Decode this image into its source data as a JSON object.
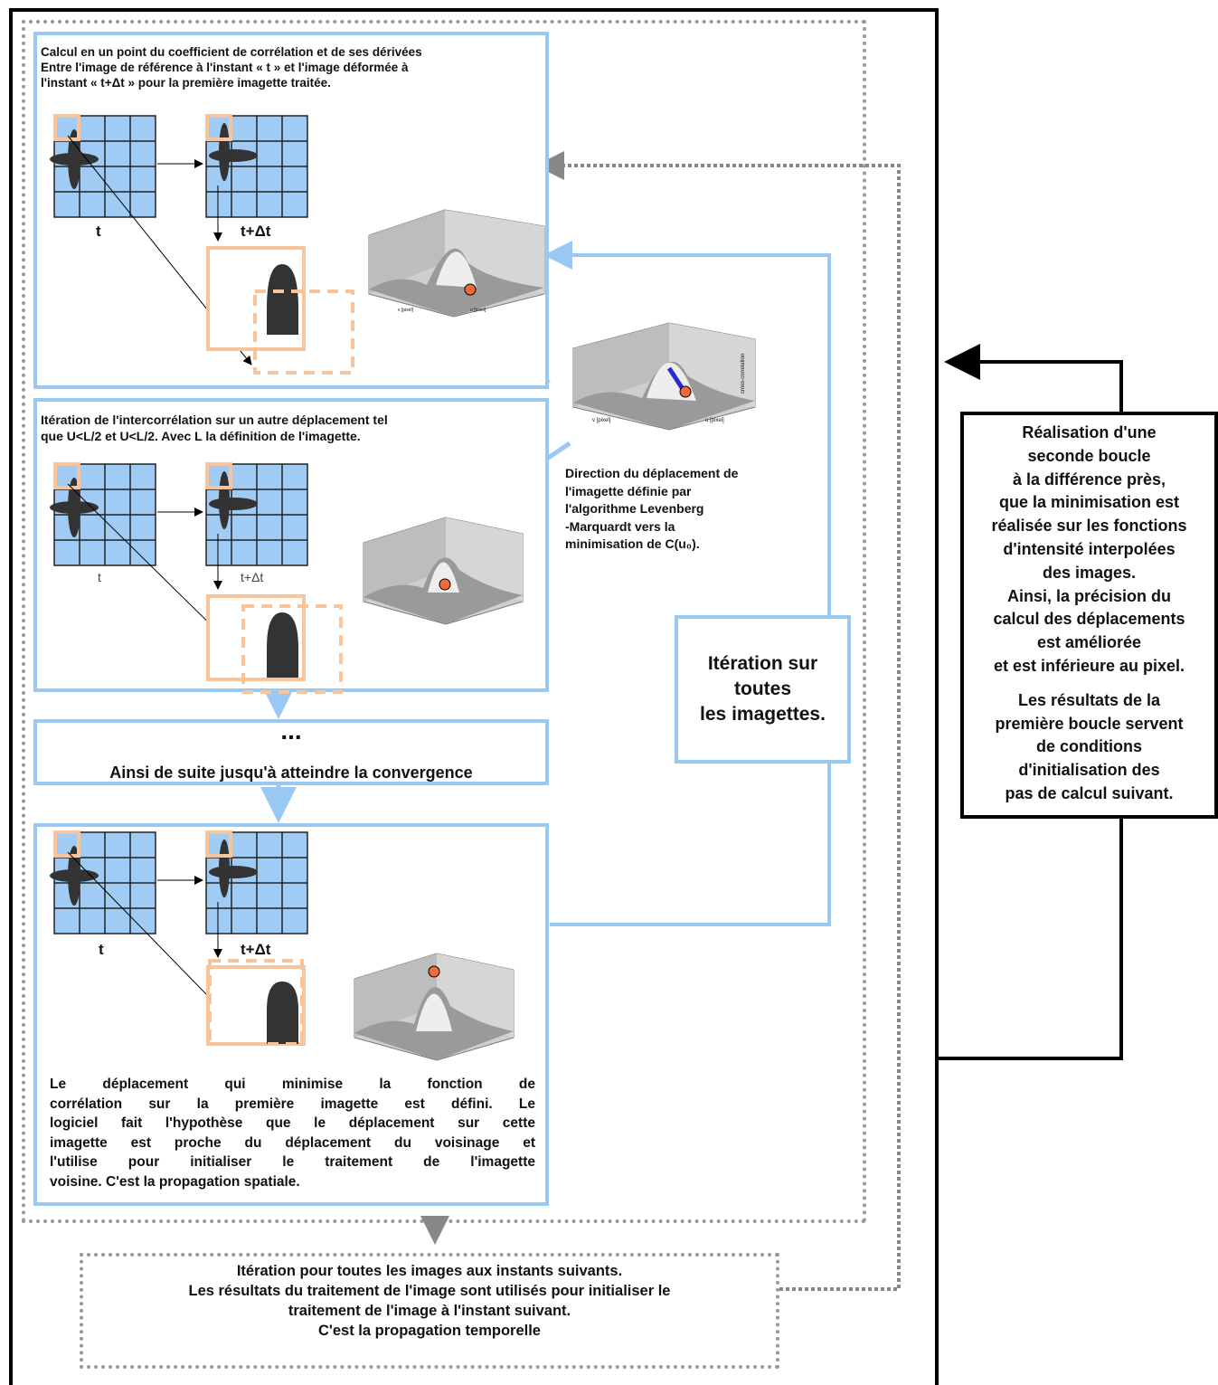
{
  "step1": {
    "title_lines": [
      "Calcul en un point du coefficient de corrélation et de ses dérivées",
      "Entre l'image de référence à l'instant « t » et l'image déformée à",
      "l'instant « t+Δt » pour la première imagette traitée."
    ],
    "label_t": "t",
    "label_tdt": "t+Δt"
  },
  "step2": {
    "title_lines": [
      "Itération de l'intercorrélation sur un autre déplacement tel",
      "que U<L/2  et  U<L/2. Avec L la définition de l'imagette."
    ],
    "label_t": "t",
    "label_tdt": "t+Δt"
  },
  "step3": {
    "ellipsis": "...",
    "text": "Ainsi de suite jusqu'à atteindre la convergence"
  },
  "step4": {
    "label_t": "t",
    "label_tdt": "t+Δt",
    "conclusion_lines": [
      "Le déplacement qui minimise la fonction de",
      "corrélation sur la première imagette est défini. Le",
      "logiciel fait l'hypothèse que le déplacement sur cette",
      "imagette est proche du déplacement du voisinage et",
      "l'utilise pour initialiser le traitement de l'imagette",
      "voisine. C'est la propagation spatiale."
    ]
  },
  "direction_note": {
    "lines": [
      "Direction du déplacement de",
      "l'imagette définie par",
      "l'algorithme Levenberg",
      "-Marquardt vers la",
      "minimisation de C(u₀)."
    ]
  },
  "iteration_box": {
    "lines": [
      "Itération sur",
      "toutes",
      "les imagettes."
    ]
  },
  "second_loop": {
    "lines_a": [
      "Réalisation d'une",
      "seconde boucle",
      "à la différence près,",
      "que la minimisation est",
      "réalisée sur les fonctions",
      "d'intensité interpolées",
      "des images.",
      "Ainsi, la précision du",
      "calcul des déplacements",
      "est améliorée",
      "et est inférieure au pixel."
    ],
    "lines_b": [
      "Les résultats de la",
      "première boucle servent",
      "de conditions",
      "d'initialisation des",
      "pas de calcul suivant."
    ]
  },
  "temporal": {
    "lines": [
      "Itération pour toutes les images aux instants suivants.",
      "Les résultats du traitement de l'image sont utilisés pour initialiser le",
      "traitement de l'image à l'instant suivant.",
      "C'est la propagation temporelle"
    ]
  },
  "plot_axis_labels": {
    "v": "v [pixel]",
    "u": "u [pixel]",
    "z": "cross-correlation"
  },
  "colors": {
    "blue_frame": "#99c9f2",
    "grid_fill": "#9fcbf4",
    "orange": "#f9c49a",
    "marker": "#f26a3a",
    "arrow_blue": "#2a2ad0",
    "dashed_gray": "#888888"
  }
}
